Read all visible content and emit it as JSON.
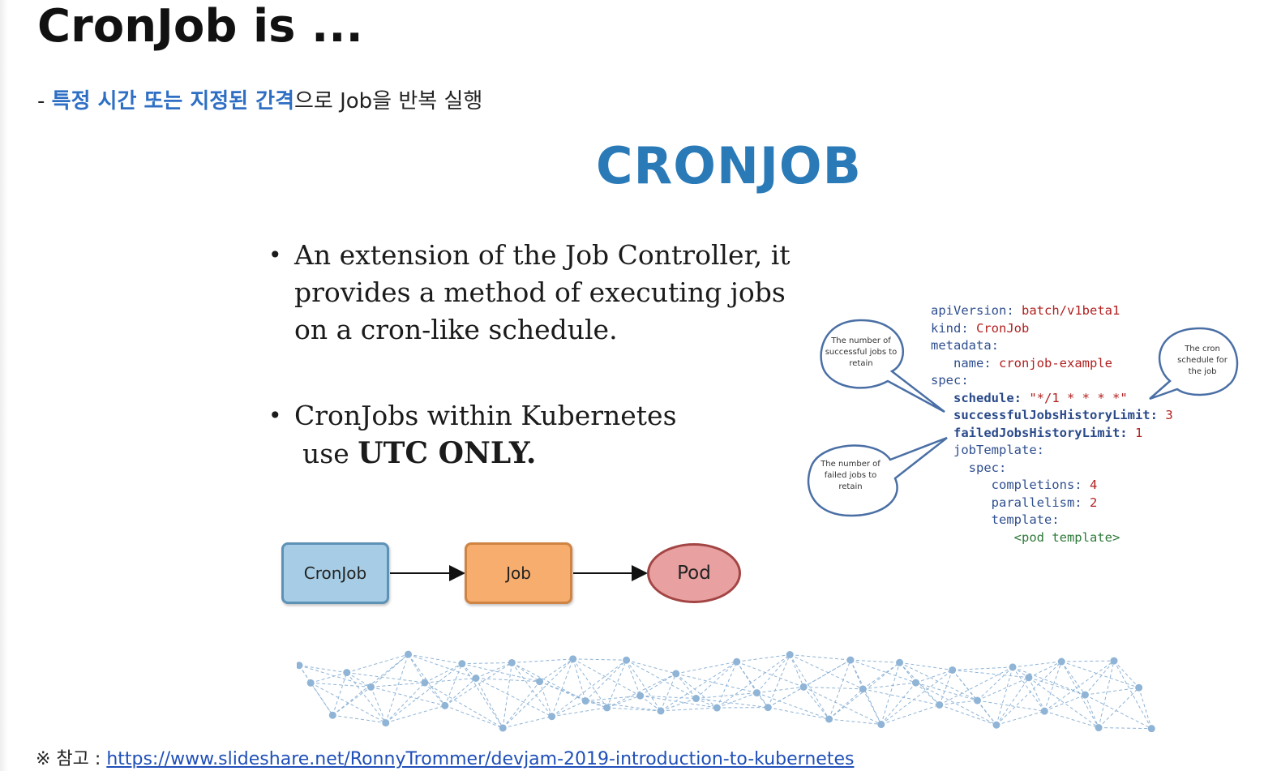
{
  "slide": {
    "title": "CronJob is ...",
    "subtitle_prefix": "- ",
    "subtitle_highlight": "특정 시간 또는 지정된 간격",
    "subtitle_rest": "으로 Job을 반복 실행"
  },
  "figure": {
    "heading": "CRONJOB",
    "bullets": [
      "An extension of the Job Controller, it provides a method of executing jobs on a cron-like schedule."
    ],
    "bullet2_line1": "CronJobs within Kubernetes",
    "bullet2_line2_prefix": "use ",
    "bullet2_line2_strong": "UTC ONLY.",
    "flow": {
      "cronjob_label": "CronJob",
      "job_label": "Job",
      "pod_label": "Pod"
    },
    "bubbles": {
      "successful": "The number of successful jobs to retain",
      "failed": "The number of failed jobs to retain",
      "schedule": "The cron schedule for the job"
    },
    "yaml": {
      "apiVersion_key": "apiVersion:",
      "apiVersion_val": "batch/v1beta1",
      "kind_key": "kind:",
      "kind_val": "CronJob",
      "metadata_key": "metadata:",
      "name_key": "name:",
      "name_val": "cronjob-example",
      "spec_key": "spec:",
      "schedule_key": "schedule:",
      "schedule_val": "\"*/1 * * * *\"",
      "success_key": "successfulJobsHistoryLimit:",
      "success_val": "3",
      "failed_key": "failedJobsHistoryLimit:",
      "failed_val": "1",
      "jobTemplate_key": "jobTemplate:",
      "spec2_key": "spec:",
      "completions_key": "completions:",
      "completions_val": "4",
      "parallelism_key": "parallelism:",
      "parallelism_val": "2",
      "template_key": "template:",
      "pod_template": "<pod template>"
    }
  },
  "reference": {
    "prefix": "※ 참고 : ",
    "url": "https://www.slideshare.net/RonnyTrommer/devjam-2019-introduction-to-kubernetes"
  },
  "colors": {
    "highlight": "#2e6fc4",
    "heading": "#2a7ab8",
    "cronjob_box": "#a6cde5",
    "job_box": "#f6ad6d",
    "pod_ellipse": "#e8a1a0",
    "network": "#8fb4d6"
  }
}
